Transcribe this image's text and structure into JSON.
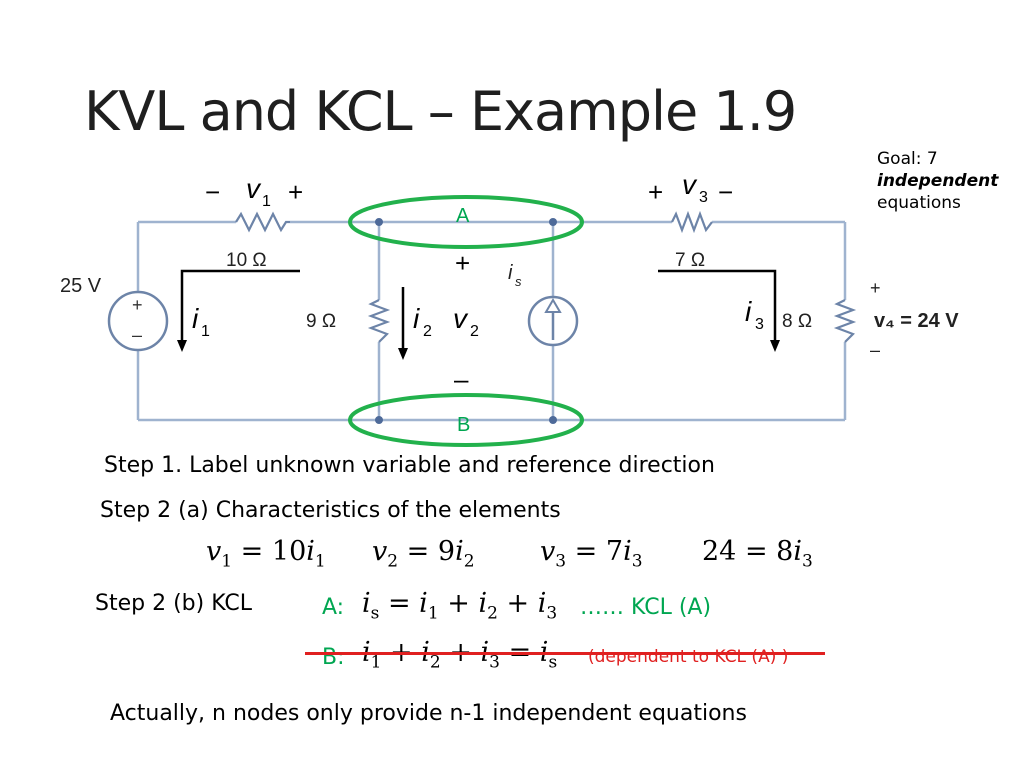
{
  "slide": {
    "title": "KVL and KCL – Example 1.9",
    "goal": {
      "line1": "Goal: 7",
      "line2": "independent",
      "line3": "equations"
    }
  },
  "circuit": {
    "source_voltage": "25 V",
    "source_plus": "+",
    "source_minus": "–",
    "r1": "10 Ω",
    "r2": "9 Ω",
    "r3": "7 Ω",
    "r4": "8 Ω",
    "v4_label": "v₄ = 24 V",
    "v4_plus": "+",
    "v4_minus": "–",
    "is_label": "i",
    "is_sub": "s",
    "v1_minus": "−",
    "v1_var": "v",
    "v1_sub": "1",
    "v1_plus": "+",
    "v3_plus": "+",
    "v3_var": "v",
    "v3_sub": "3",
    "v3_minus": "−",
    "v2_plus": "+",
    "v2_var": "v",
    "v2_sub": "2",
    "v2_minus": "–",
    "i1_var": "i",
    "i1_sub": "1",
    "i2_var": "i",
    "i2_sub": "2",
    "i3_var": "i",
    "i3_sub": "3",
    "node_a": "A",
    "node_b": "B"
  },
  "steps": {
    "step1": "Step 1. Label unknown variable and reference direction",
    "step2a": "Step 2 (a) Characteristics of the elements",
    "step2b": "Step 2 (b) KCL",
    "kcl_a_label": "A:",
    "kcl_a_note": "…… KCL (A)",
    "kcl_b_label": "B:",
    "kcl_b_note": "(dependent to KCL (A) )",
    "conclusion": "Actually, n nodes only provide n-1 independent equations"
  },
  "equations": {
    "eq1": {
      "lhs": "v",
      "lhs_sub": "1",
      "op": " = ",
      "coef": "10",
      "var": "i",
      "var_sub": "1"
    },
    "eq2": {
      "lhs": "v",
      "lhs_sub": "2",
      "op": " = ",
      "coef": "9",
      "var": "i",
      "var_sub": "2"
    },
    "eq3": {
      "lhs": "v",
      "lhs_sub": "3",
      "op": " = ",
      "coef": "7",
      "var": "i",
      "var_sub": "3"
    },
    "eq4": {
      "lhs": "24",
      "op": " = ",
      "coef": "8",
      "var": "i",
      "var_sub": "3"
    },
    "kcl_a": {
      "t1": "i",
      "t1s": "s",
      "eq": " = ",
      "t2": "i",
      "t2s": "1",
      "p1": " + ",
      "t3": "i",
      "t3s": "2",
      "p2": " + ",
      "t4": "i",
      "t4s": "3"
    },
    "kcl_b": {
      "t1": "i",
      "t1s": "1",
      "p1": " + ",
      "t2": "i",
      "t2s": "2",
      "p2": " + ",
      "t3": "i",
      "t3s": "3",
      "eq": " = ",
      "t4": "i",
      "t4s": "s"
    }
  },
  "colors": {
    "wire": "#9fb3cf",
    "node_ellipse": "#22b14c",
    "strike": "#e02020",
    "green_text": "#00a651"
  }
}
